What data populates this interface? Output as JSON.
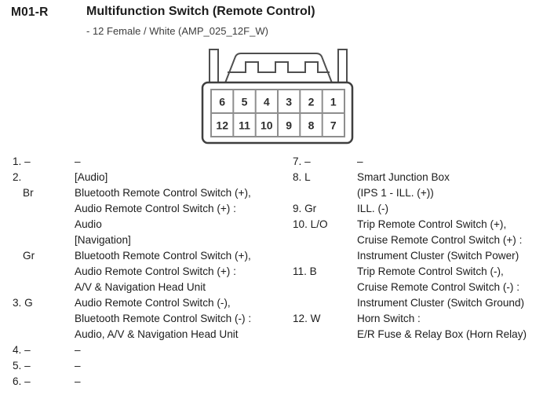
{
  "header": {
    "connector_id": "M01-R",
    "title": "Multifunction Switch (Remote Control)",
    "subtitle": "- 12 Female / White (AMP_025_12F_W)"
  },
  "connector": {
    "pins_top": [
      "6",
      "5",
      "4",
      "3",
      "2",
      "1"
    ],
    "pins_bottom": [
      "12",
      "11",
      "10",
      "9",
      "8",
      "7"
    ],
    "outline_color": "#4f4f4f",
    "grid_color": "#8e8e8e",
    "number_color": "#2e2e2e"
  },
  "pin_table": {
    "left_lines": [
      {
        "pin": "1. –",
        "desc": "–"
      },
      {
        "pin": "2.",
        "desc": "[Audio]"
      },
      {
        "pin": "Br",
        "desc": "Bluetooth Remote Control Switch (+),"
      },
      {
        "pin": "",
        "desc": "Audio Remote Control Switch (+) :"
      },
      {
        "pin": "",
        "desc": "Audio"
      },
      {
        "pin": "",
        "desc": "[Navigation]"
      },
      {
        "pin": "Gr",
        "desc": "Bluetooth Remote Control Switch (+),"
      },
      {
        "pin": "",
        "desc": "Audio Remote Control Switch (+) :"
      },
      {
        "pin": "",
        "desc": "A/V & Navigation Head Unit"
      },
      {
        "pin": "3. G",
        "desc": "Audio Remote Control Switch (-),"
      },
      {
        "pin": "",
        "desc": "Bluetooth Remote Control Switch (-) :"
      },
      {
        "pin": "",
        "desc": "Audio, A/V & Navigation Head Unit"
      },
      {
        "pin": "4. –",
        "desc": "–"
      },
      {
        "pin": "5. –",
        "desc": "–"
      },
      {
        "pin": "6. –",
        "desc": "–"
      }
    ],
    "right_lines": [
      {
        "pin": "7. –",
        "desc": "–"
      },
      {
        "pin": "8. L",
        "desc": "Smart Junction Box"
      },
      {
        "pin": "",
        "desc": "(IPS 1 - ILL. (+))"
      },
      {
        "pin": "9. Gr",
        "desc": "ILL. (-)"
      },
      {
        "pin": "10. L/O",
        "desc": "Trip Remote Control Switch (+),"
      },
      {
        "pin": "",
        "desc": "Cruise Remote Control Switch (+) :"
      },
      {
        "pin": "",
        "desc": "Instrument Cluster (Switch Power)"
      },
      {
        "pin": "11. B",
        "desc": "Trip Remote Control Switch (-),"
      },
      {
        "pin": "",
        "desc": "Cruise Remote Control Switch (-) :"
      },
      {
        "pin": "",
        "desc": "Instrument Cluster (Switch Ground)"
      },
      {
        "pin": "12. W",
        "desc": "Horn Switch :"
      },
      {
        "pin": "",
        "desc": "E/R Fuse & Relay Box (Horn Relay)"
      }
    ]
  }
}
